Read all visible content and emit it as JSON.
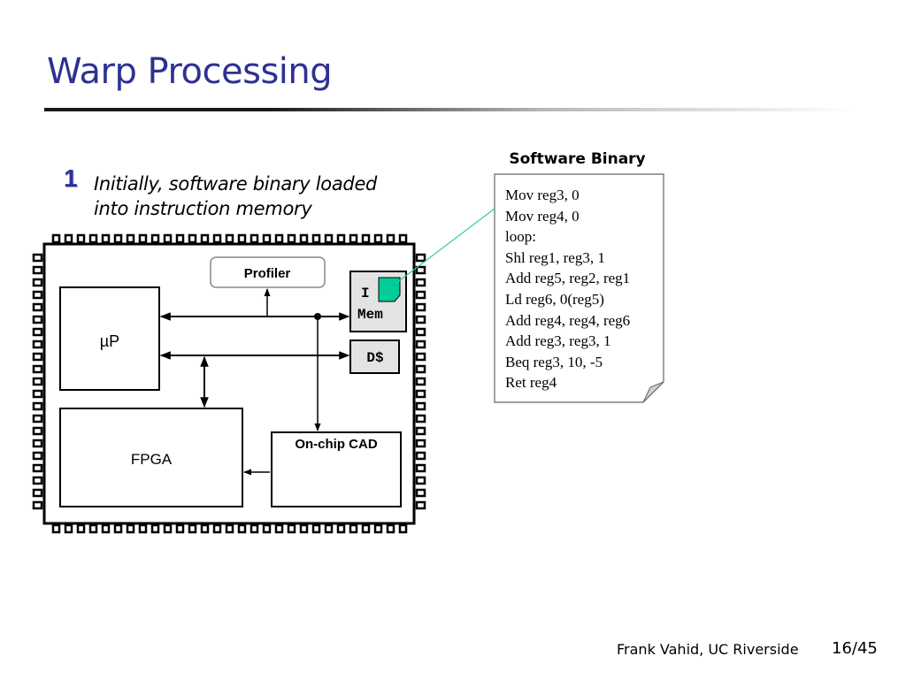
{
  "slide": {
    "title": "Warp Processing",
    "footer_author": "Frank Vahid, UC Riverside",
    "page_number": "16/45"
  },
  "step": {
    "number": "1",
    "text": "Initially, software binary loaded into instruction memory"
  },
  "chip": {
    "profiler_label": "Profiler",
    "up_label": "µP",
    "imem_line1": "I",
    "imem_line2": "Mem",
    "dcache_label": "D$",
    "fpga_label": "FPGA",
    "cad_label": "On-chip CAD"
  },
  "software_binary": {
    "title": "Software Binary",
    "lines": [
      "Mov reg3, 0",
      "Mov reg4, 0",
      "loop:",
      "Shl reg1, reg3, 1",
      "Add reg5, reg2, reg1",
      "Ld reg6, 0(reg5)",
      "Add reg4, reg4, reg6",
      "Add reg3, reg3, 1",
      "Beq reg3, 10, -5",
      "Ret reg4"
    ]
  },
  "colors": {
    "title": "#2e3192",
    "memory_block": "#00cc99",
    "connector": "#33cc99"
  }
}
